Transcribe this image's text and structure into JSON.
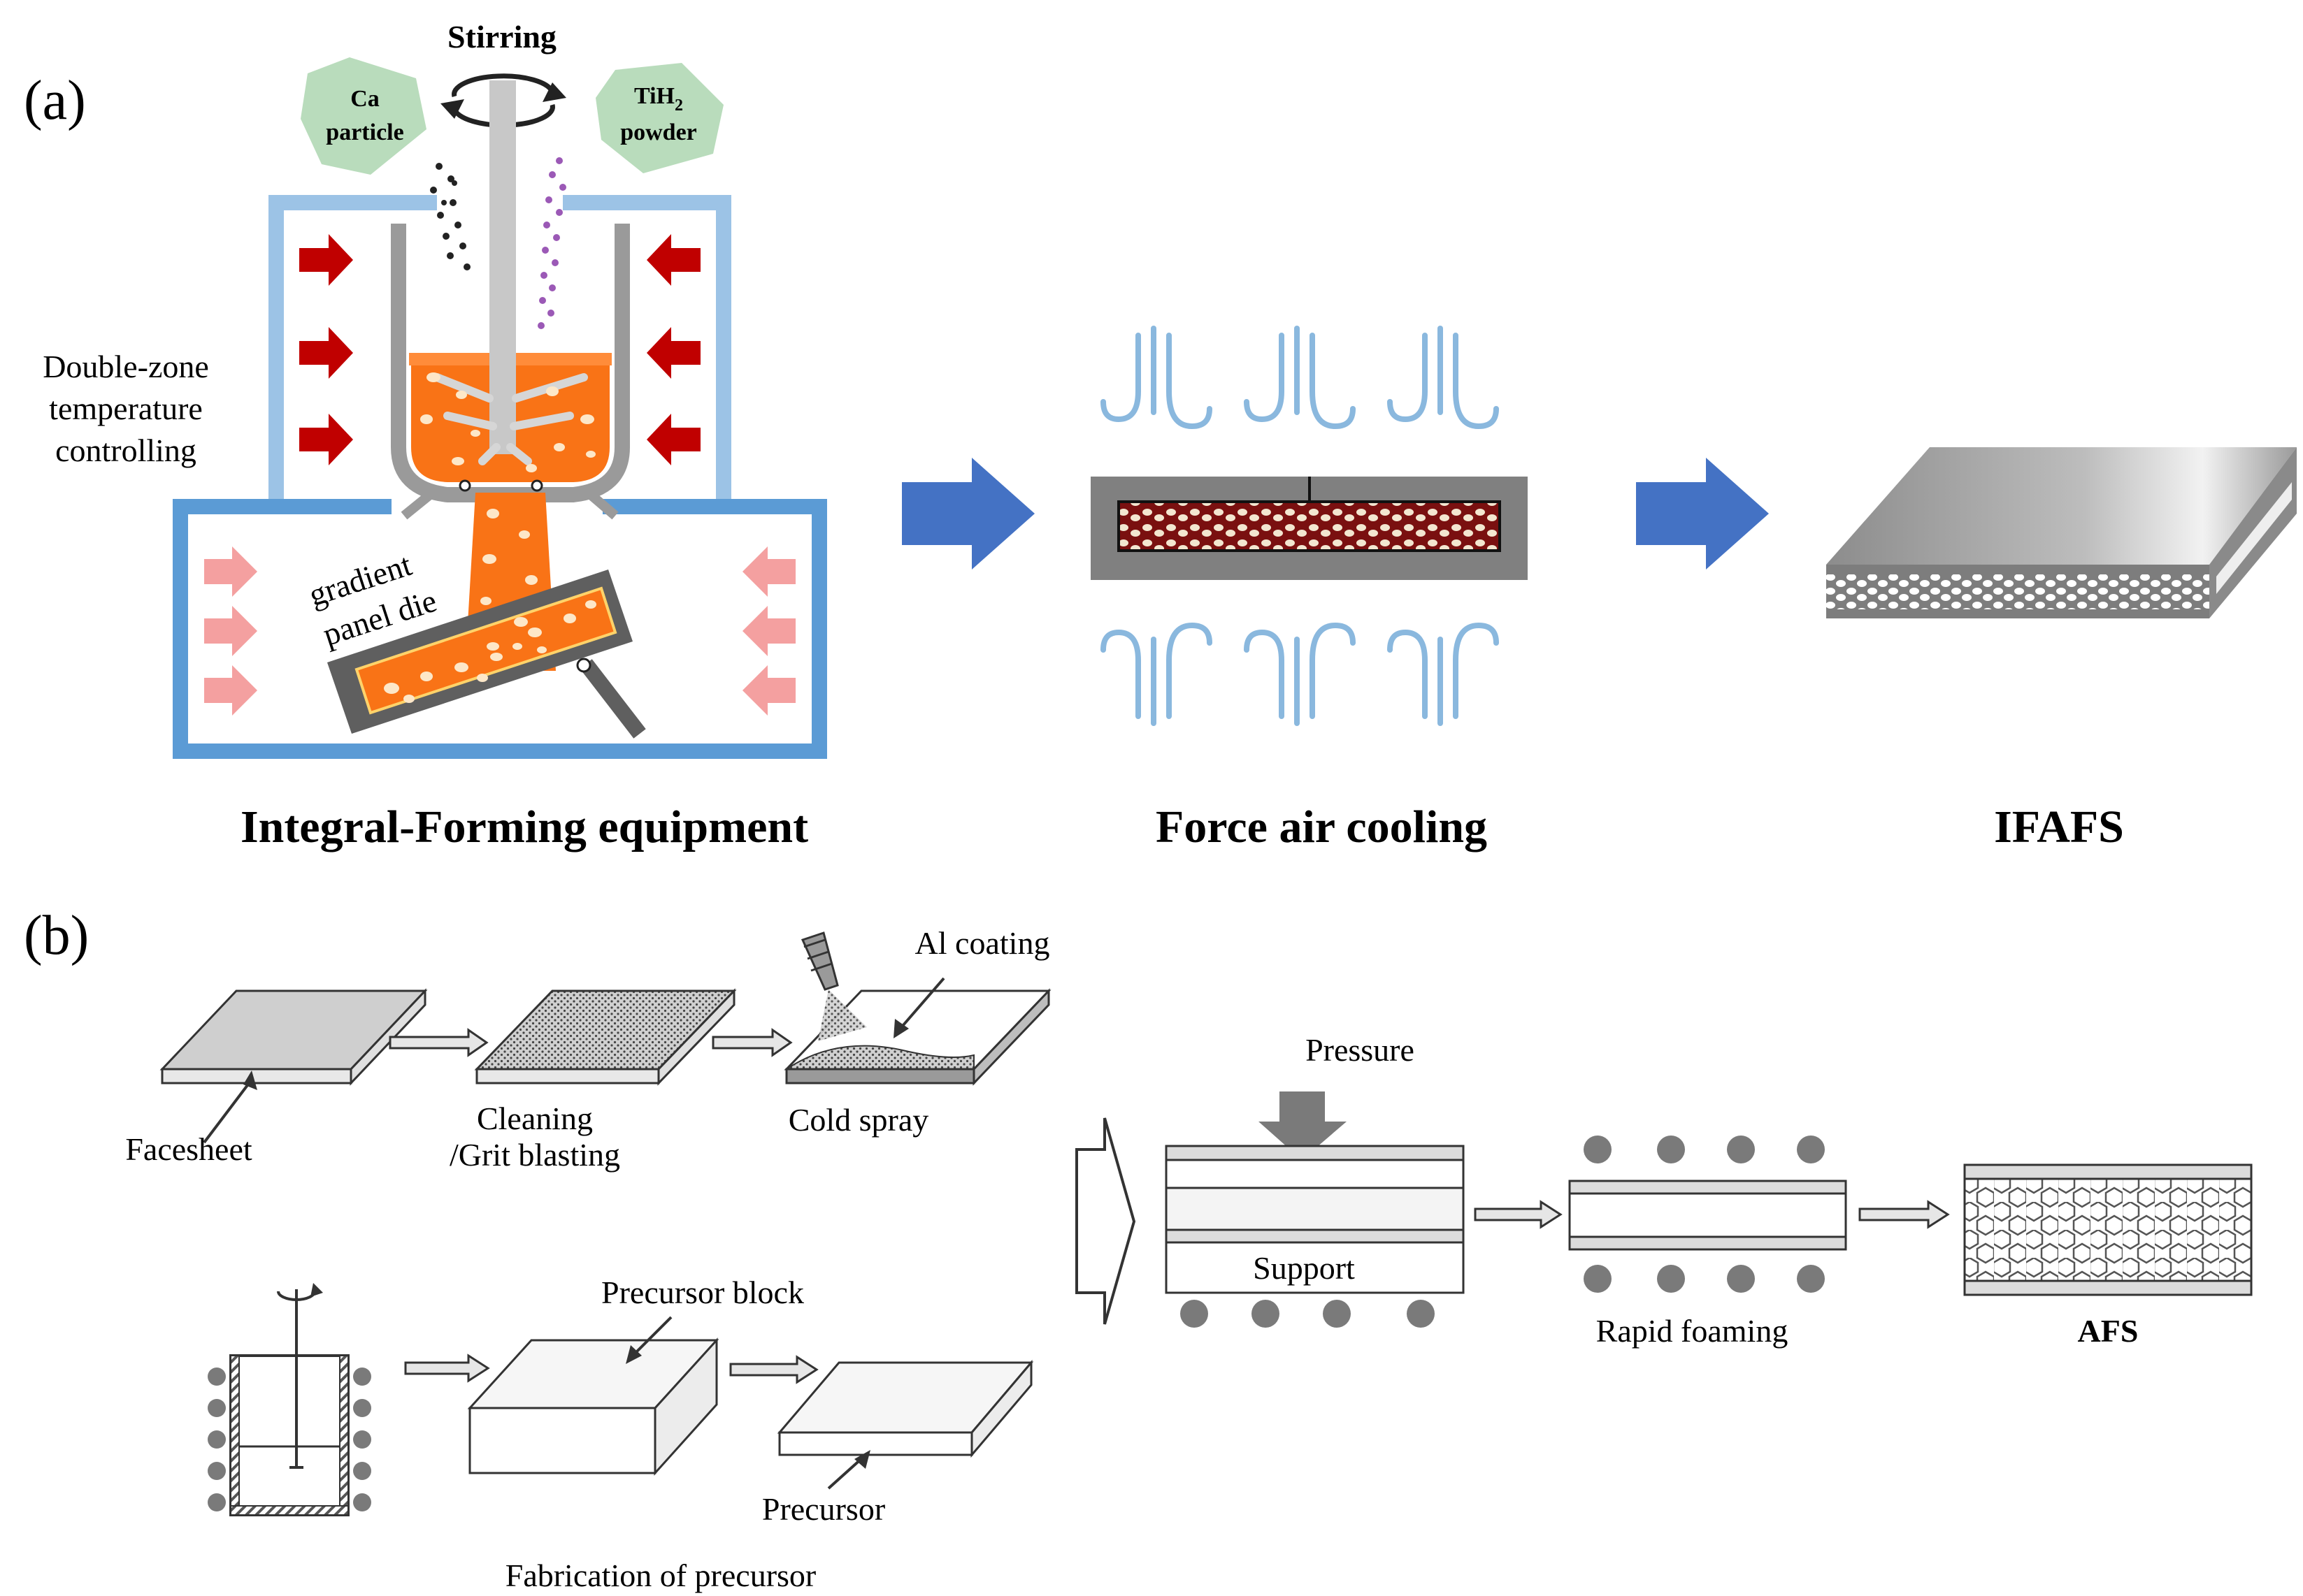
{
  "panel_a": {
    "label": "(a)",
    "stirring": "Stirring",
    "ca_particle": [
      "Ca",
      "particle"
    ],
    "tih2_powder": [
      "TiH",
      "2",
      "powder"
    ],
    "double_zone": [
      "Double-zone",
      "temperature",
      "controlling"
    ],
    "gradient_die": [
      "gradient",
      "panel die"
    ],
    "captions": [
      "Integral-Forming equipment",
      "Force air cooling",
      "IFAFS"
    ]
  },
  "panel_b": {
    "label": "(b)",
    "facesheet": "Facesheet",
    "cleaning": [
      "Cleaning",
      "/Grit blasting"
    ],
    "cold_spray": "Cold spray",
    "al_coating": "Al coating",
    "pressure": "Pressure",
    "support": "Support",
    "rapid_foaming": "Rapid foaming",
    "afs": "AFS",
    "precursor_block": "Precursor block",
    "precursor": "Precursor",
    "fabrication": "Fabrication of precursor"
  },
  "colors": {
    "frame_blue": "#9cc3e6",
    "process_arrow": "#4472c4",
    "melt_orange": "#f97316",
    "heat_red": "#c00000",
    "air_blue": "#8ab8de",
    "foam_dark": "#7a1010",
    "panel_gray": "#808080"
  }
}
